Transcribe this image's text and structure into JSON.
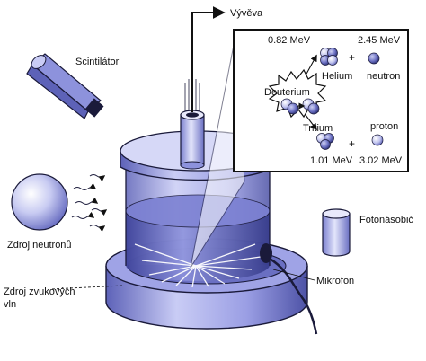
{
  "labels": {
    "vyveva": "Vývěva",
    "scintilator": "Scintilátor",
    "zdroj_neutronu": "Zdroj neutronů",
    "fotonasobic": "Fotonásobič",
    "mikrofon": "Mikrofon",
    "zdroj_zvukovych_line1": "Zdroj zvukových",
    "zdroj_zvukovych_line2": "vln"
  },
  "reaction": {
    "deuterium": "Deuterium",
    "helium": "Helium",
    "neutron": "neutron",
    "tritium": "Tritium",
    "proton": "proton",
    "helium_energy": "0.82 MeV",
    "neutron_energy": "2.45 MeV",
    "tritium_energy": "1.01 MeV",
    "proton_energy": "3.02 MeV",
    "plus": "+"
  },
  "colors": {
    "body_fill": "#b8bcf0",
    "body_dark": "#6f74c8",
    "stroke": "#1a1a3a",
    "inset_bg": "#ffffff"
  }
}
